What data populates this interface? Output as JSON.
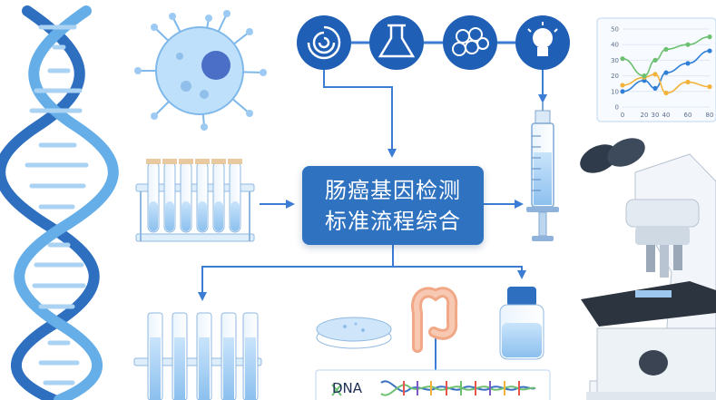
{
  "title": {
    "line1": "肠癌基因检测",
    "line2": "标准流程综合"
  },
  "dna_strip_label": "DNA",
  "chart_data": {
    "type": "line",
    "x": [
      0,
      20,
      30,
      40,
      60,
      80
    ],
    "x_tick_labels": [
      "0",
      "20",
      "30",
      "40",
      "60",
      "80"
    ],
    "y_tick_labels": [
      "50",
      "40",
      "30",
      "20",
      "10",
      "0"
    ],
    "ylim": [
      0,
      50
    ],
    "grid": true,
    "series": [
      {
        "color": "#2f7fd6",
        "values": [
          10,
          17,
          12,
          22,
          28,
          36
        ]
      },
      {
        "color": "#f3b23a",
        "values": [
          14,
          19,
          21,
          9,
          16,
          13
        ]
      },
      {
        "color": "#6cc070",
        "values": [
          31,
          20,
          30,
          37,
          40,
          45
        ]
      }
    ]
  },
  "icons": [
    "cancer-cell-icon",
    "dna-swirl-icon",
    "flask-icon",
    "cell-cluster-icon",
    "lightbulb-icon",
    "microscope-icon",
    "syringe-icon",
    "colon-icon"
  ],
  "colors": {
    "accent": "#2f72c0",
    "arrow": "#3b7dd4",
    "light_blue": "#a9d2f3"
  }
}
